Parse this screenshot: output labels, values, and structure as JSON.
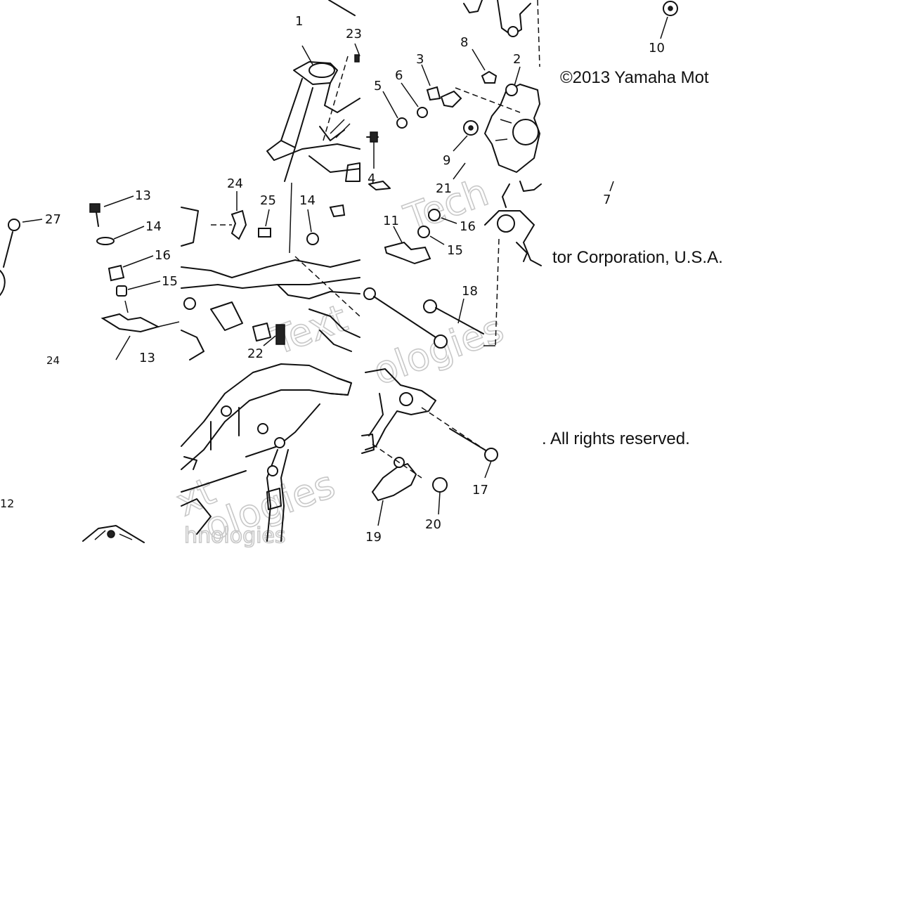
{
  "callouts": {
    "n1": "1",
    "n2": "2",
    "n3": "3",
    "n4": "4",
    "n5": "5",
    "n6": "6",
    "n7": "7",
    "n8": "8",
    "n9": "9",
    "n10": "10",
    "n11": "11",
    "n12": "12",
    "n13a": "13",
    "n13b": "13",
    "n14a": "14",
    "n14b": "14",
    "n15a": "15",
    "n15b": "15",
    "n16a": "16",
    "n16b": "16",
    "n17": "17",
    "n18": "18",
    "n19": "19",
    "n20": "20",
    "n21": "21",
    "n22": "22",
    "n23": "23",
    "n24a": "24",
    "n24b": "24",
    "n25": "25",
    "n27": "27"
  },
  "copyright": {
    "line1": "©2013 Yamaha Mot",
    "line2": "tor Corporation, U.S.A.",
    "line3": ". All rights reserved."
  },
  "watermark": {
    "w1": "Tech",
    "w2": "ologies",
    "w3": "Text",
    "w4": "xt",
    "w5": "ologies",
    "w6": "hnologies"
  }
}
